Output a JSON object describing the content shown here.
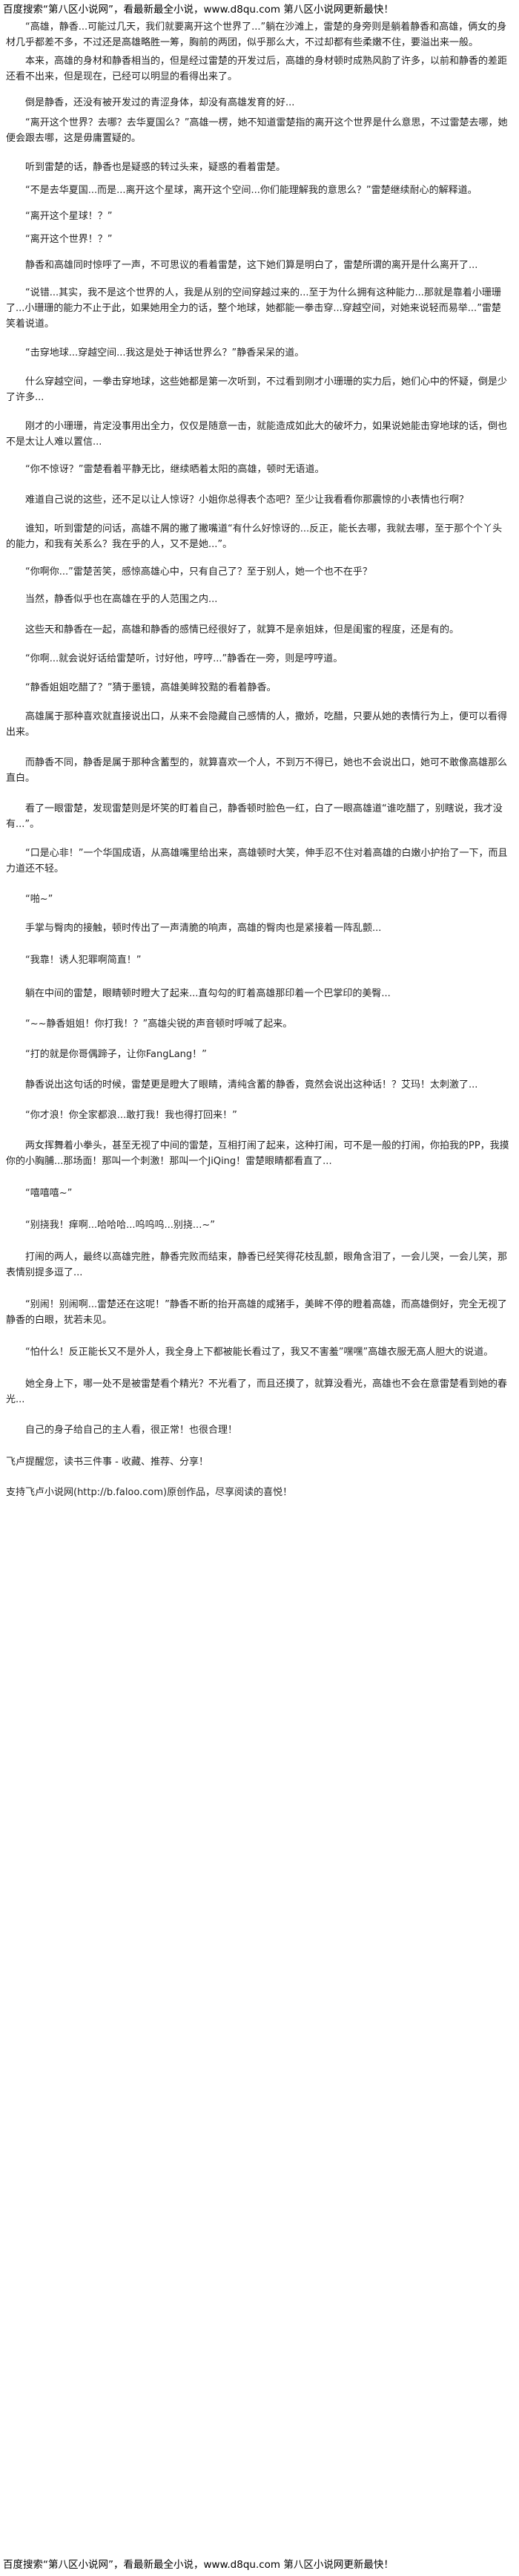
{
  "banner": {
    "text": "百度搜索“第八区小说网”，看最新最全小说，www.d8qu.com 第八区小说网更新最快！"
  },
  "paragraphs": [
    "“高雄，静香...可能过几天，我们就要离开这个世界了...”躺在沙滩上，雷楚的身旁则是躺着静香和高雄，俩女的身材几乎都差不多，不过还是高雄略胜一筹，胸前的两团，似乎那么大，不过却都有些柔嫩不住，要溢出来一般。",
    "本来，高雄的身材和静香相当的，但是经过雷楚的开发过后，高雄的身材顿时成熟风韵了许多，以前和静香的差距还看不出来，但是现在，已经可以明显的看得出来了。",
    "倒是静香，还没有被开发过的青涩身体，却没有高雄发育的好...",
    "“离开这个世界？去哪？去华夏国么？”高雄一楞，她不知道雷楚指的离开这个世界是什么意思，不过雷楚去哪，她便会跟去哪，这是毋庸置疑的。",
    "听到雷楚的话，静香也是疑惑的转过头来，疑惑的看着雷楚。",
    "“不是去华夏国...而是...离开这个星球，离开这个空间...你们能理解我的意思么？”雷楚继续耐心的解释道。",
    "“离开这个星球！？”",
    "“离开这个世界！？”",
    "静香和高雄同时惊呼了一声，不可思议的看着雷楚，这下她们算是明白了，雷楚所谓的离开是什么离开了...",
    "“说错...其实，我不是这个世界的人，我是从别的空间穿越过来的...至于为什么拥有这种能力...那就是靠着小珊珊了...小珊珊的能力不止于此，如果她用全力的话，整个地球，她都能一拳击穿...穿越空间，对她来说轻而易举...”雷楚笑着说道。",
    "“击穿地球...穿越空间...我这是处于神话世界么？”静香呆呆的道。",
    "什么穿越空间，一拳击穿地球，这些她都是第一次听到，不过看到刚才小珊珊的实力后，她们心中的怀疑，倒是少了许多...",
    "刚才的小珊珊，肯定没事用出全力，仅仅是随意一击，就能造成如此大的破坏力，如果说她能击穿地球的话，倒也不是太让人难以置信...",
    "“你不惊讶？”雷楚看着平静无比，继续晒着太阳的高雄，顿时无语道。",
    "难道自己说的这些，还不足以让人惊讶？小姐你总得表个态吧？至少让我看看你那震惊的小表情也行啊？",
    "谁知，听到雷楚的问话，高雄不屑的撇了撇嘴道“有什么好惊讶的...反正，能长去哪，我就去哪，至于那个个丫头的能力，和我有关系么？我在乎的人，又不是她...”。",
    "“你啊你...”雷楚苦笑，感惊高雄心中，只有自己了？至于别人，她一个也不在乎？",
    "当然，静香似乎也在高雄在乎的人范围之内...",
    "这些天和静香在一起，高雄和静香的感情已经很好了，就算不是亲姐妹，但是闺蜜的程度，还是有的。",
    "“你啊...就会说好话给雷楚听，讨好他，哼哼...”静香在一旁，则是哼哼道。",
    "“静香姐姐吃醋了？”猜于墨镜，高雄美眸狡黠的看着静香。",
    "高雄属于那种喜欢就直接说出口，从来不会隐藏自己感情的人，撒娇，吃醋，只要从她的表情行为上，便可以看得出来。",
    "而静香不同，静香是属于那种含蓄型的，就算喜欢一个人，不到万不得已，她也不会说出口，她可不敢像高雄那么直白。",
    "看了一眼雷楚，发现雷楚则是坏笑的盯着自己，静香顿时脸色一红，白了一眼高雄道“谁吃醋了，别瞎说，我才没有...”。",
    "“口是心非！”一个华国成语，从高雄嘴里给出来，高雄顿时大笑，伸手忍不住对着高雄的白嫩小护抬了一下，而且力道还不轻。",
    "“啪~”",
    "手掌与臀肉的接触，顿时传出了一声清脆的响声，高雄的臀肉也是紧接着一阵乱颤...",
    "“我靠！诱人犯罪啊简直！”",
    "躺在中间的雷楚，眼睛顿时瞪大了起来...直勾勾的盯着高雄那印着一个巴掌印的美臀...",
    "“~~静香姐姐！你打我！？”高雄尖锐的声音顿时呼喊了起来。",
    "“打的就是你哥偶蹄子，让你FangLang！”",
    "静香说出这句话的时候，雷楚更是瞪大了眼睛，清纯含蓄的静香，竟然会说出这种话！？艾玛！太刺激了...",
    "“你才浪！你全家都浪...敢打我！我也得打回来！”",
    "两女挥舞着小拳头，甚至无视了中间的雷楚，互相打闹了起来，这种打闹，可不是一般的打闹，你拍我的PP，我摸你的小胸脯...那场面！那叫一个刺激！那叫一个JiQing！雷楚眼睛都看直了...",
    "“嘻嘻嘻~”",
    "“别挠我！痒啊...哈哈哈...呜呜呜...别挠...~”",
    "打闹的两人，最终以高雄完胜，静香完败而结束，静香已经笑得花枝乱颤，眼角含泪了，一会儿哭，一会儿笑，那表情别提多逗了...",
    "“别闹！别闹啊...雷楚还在这呢！”静香不断的抬开高雄的咸猪手，美眸不停的瞪着高雄，而高雄倒好，完全无视了静香的白眼，犹若未见。",
    "“怕什么！反正能长又不是外人，我全身上下都被能长看过了，我又不害羞”嘿嘿”高雄衣服无高人胆大的说道。",
    "她全身上下，哪一处不是被雷楚看个精光？不光看了，而且还摸了，就算没看光，高雄也不会在意雷楚看到她的春光...",
    "自己的身子给自己的主人看，很正常！也很合理！"
  ],
  "notes": [
    "飞卢提醒您，读书三件事 - 收藏、推荐、分享！",
    "支持飞卢小说网(http://b.faloo.com)原创作品，尽享阅读的喜悦！"
  ]
}
